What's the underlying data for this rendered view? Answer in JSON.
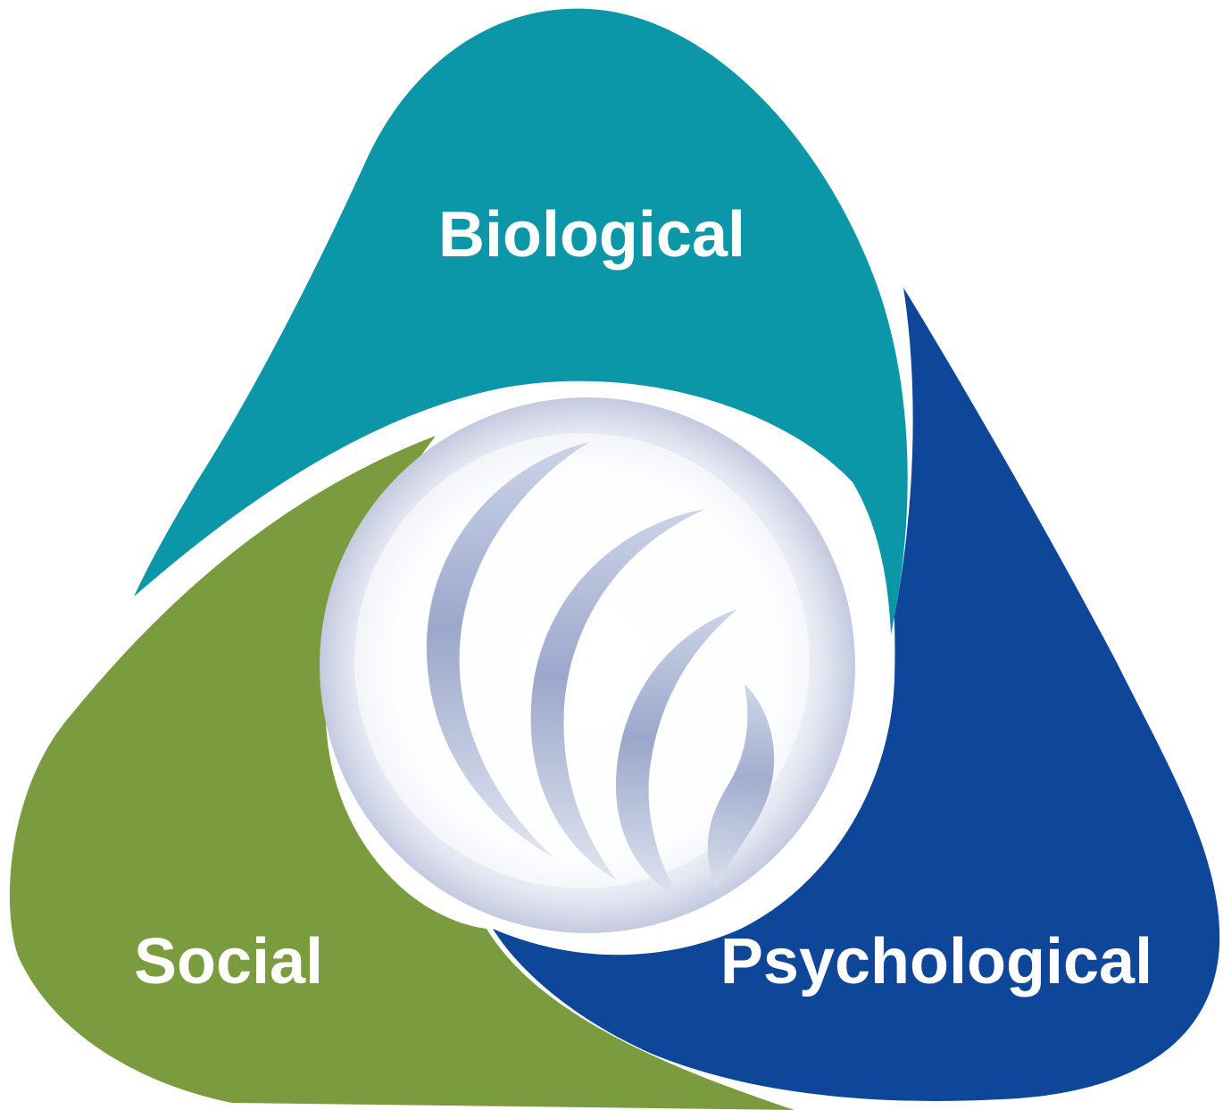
{
  "diagram": {
    "segments": [
      {
        "id": "biological",
        "label": "Biological",
        "color": "#0C97A8"
      },
      {
        "id": "psychological",
        "label": "Psychological",
        "color": "#0E4699"
      },
      {
        "id": "social",
        "label": "Social",
        "color": "#7A9B3E"
      }
    ],
    "center": {
      "icon": "swirl-sphere-icon",
      "fill_color": "#F4F5FA",
      "glow_color": "#C9CEE3",
      "stroke_color": "#96A3C9"
    }
  }
}
